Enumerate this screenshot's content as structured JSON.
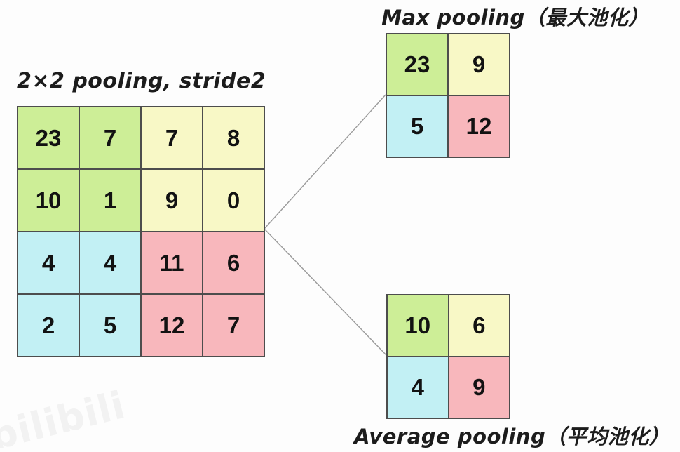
{
  "colors": {
    "green": "#cdee97",
    "yellow": "#f8f8c6",
    "cyan": "#c2f0f4",
    "pink": "#f8b7bc",
    "border": "#4d4d4d",
    "line": "#9a9a9a",
    "watermark": "#f2f2f2"
  },
  "input_grid": {
    "title": "2×2 pooling, stride2",
    "rows": [
      [
        {
          "v": "23",
          "c": "green"
        },
        {
          "v": "7",
          "c": "green"
        },
        {
          "v": "7",
          "c": "yellow"
        },
        {
          "v": "8",
          "c": "yellow"
        }
      ],
      [
        {
          "v": "10",
          "c": "green"
        },
        {
          "v": "1",
          "c": "green"
        },
        {
          "v": "9",
          "c": "yellow"
        },
        {
          "v": "0",
          "c": "yellow"
        }
      ],
      [
        {
          "v": "4",
          "c": "cyan"
        },
        {
          "v": "4",
          "c": "cyan"
        },
        {
          "v": "11",
          "c": "pink"
        },
        {
          "v": "6",
          "c": "pink"
        }
      ],
      [
        {
          "v": "2",
          "c": "cyan"
        },
        {
          "v": "5",
          "c": "cyan"
        },
        {
          "v": "12",
          "c": "pink"
        },
        {
          "v": "7",
          "c": "pink"
        }
      ]
    ]
  },
  "max_pooling": {
    "title": "Max pooling（最大池化）",
    "cells": [
      {
        "v": "23",
        "c": "green"
      },
      {
        "v": "9",
        "c": "yellow"
      },
      {
        "v": "5",
        "c": "cyan"
      },
      {
        "v": "12",
        "c": "pink"
      }
    ]
  },
  "average_pooling": {
    "title": "Average pooling（平均池化）",
    "cells": [
      {
        "v": "10",
        "c": "green"
      },
      {
        "v": "6",
        "c": "yellow"
      },
      {
        "v": "4",
        "c": "cyan"
      },
      {
        "v": "9",
        "c": "pink"
      }
    ]
  },
  "watermark": "bilibili"
}
